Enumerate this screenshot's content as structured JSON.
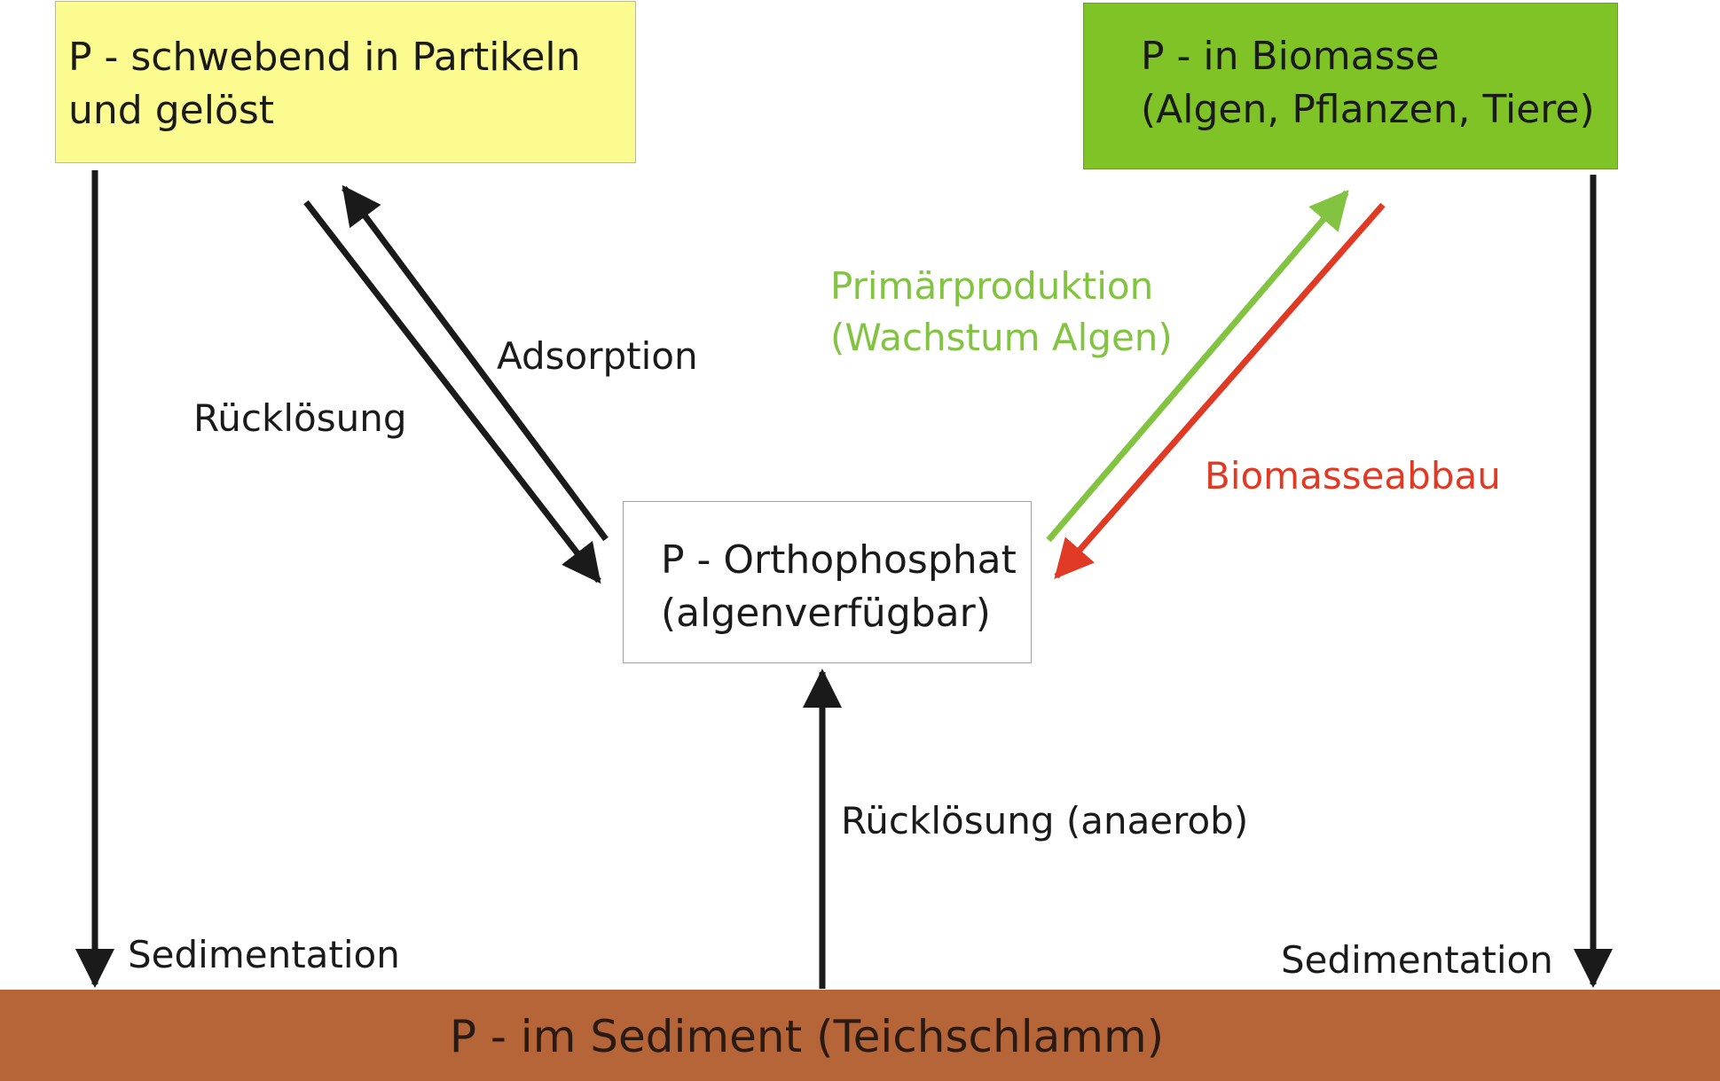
{
  "boxes": {
    "particles": {
      "line1": "P - schwebend in Partikeln",
      "line2": "und gelöst"
    },
    "biomass": {
      "line1": "P - in Biomasse",
      "line2": "(Algen, Pflanzen, Tiere)"
    },
    "orthophosphate": {
      "line1": "P - Orthophosphat",
      "line2": "(algenverfügbar)"
    },
    "sediment": {
      "label": "P - im Sediment (Teichschlamm)"
    }
  },
  "labels": {
    "adsorption": "Adsorption",
    "redissolution": "Rücklösung",
    "primary_production_line1": "Primärproduktion",
    "primary_production_line2": "(Wachstum Algen)",
    "biomass_decomposition": "Biomasseabbau",
    "redissolution_anaerobic": "Rücklösung (anaerob)",
    "sedimentation_left": "Sedimentation",
    "sedimentation_right": "Sedimentation"
  },
  "colors": {
    "particles_box": "#fbfb8f",
    "biomass_box": "#7fc326",
    "sediment_band": "#b66539",
    "arrow_default": "#1a1a1a",
    "primary_production": "#82c341",
    "biomass_decomposition": "#e03a24"
  }
}
